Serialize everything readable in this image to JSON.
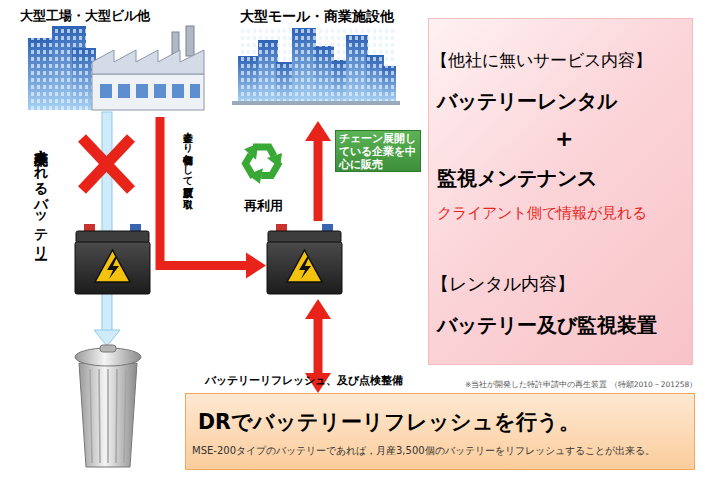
{
  "diagram": {
    "nodes": [
      {
        "text": [
          "大型工場・大型ビル他"
        ]
      },
      {
        "text": [
          "大型モール・商業施設他"
        ]
      },
      {
        "text": [
          "【他社に無いサービス内容】",
          "バッテリーレンタル",
          "+",
          "監視メンテナンス",
          "クライアント側で情報が見れる",
          "【レンタル内容】",
          "バッテリー及び監視装置"
        ]
      },
      {
        "text": [
          "再利用"
        ]
      },
      {
        "text": [
          "チェーン展開している企業を中心に販売"
        ]
      },
      {
        "text": [
          "DRでバッテリーリフレッシュを行う。",
          "MSE-200タイプのバッテリーであれば，月産3,500個のバッテリーをリフレッシュすることが出来る。"
        ]
      }
    ],
    "edges": [
      {
        "from": 0,
        "to": 3,
        "arrow": "to",
        "label": "企業より有価物として買取及び引取"
      },
      {
        "from": 3,
        "to": 1,
        "arrow": "to"
      },
      {
        "from": 3,
        "to": 5,
        "arrow": "both",
        "label": "バッテリーリフレッシュ、及び点検整備"
      }
    ],
    "labels": [
      "本来廃棄されるバッテリー",
      "※当社が開発した特許申請中の再生装置 （特願2010－201258）"
    ]
  }
}
